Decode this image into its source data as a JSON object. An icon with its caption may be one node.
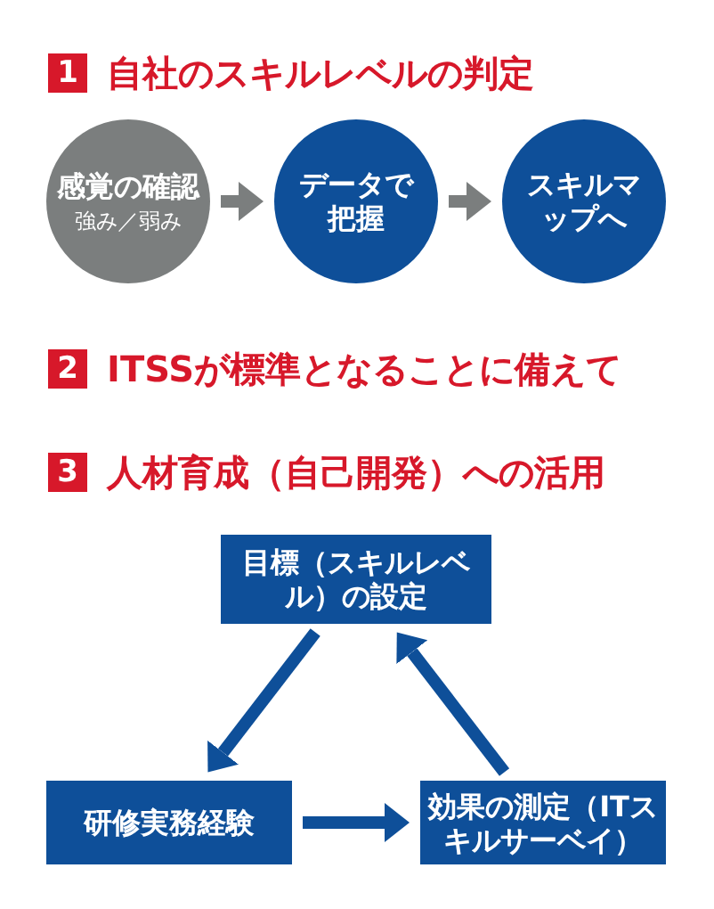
{
  "diagram": {
    "nodes": [
      {
        "text": [
          "感覚の確認",
          "強み／弱み"
        ]
      },
      {
        "text": [
          "データで把握"
        ]
      },
      {
        "text": [
          "スキルマップへ"
        ]
      },
      {
        "text": [
          "目標（スキルレベル）の設定"
        ]
      },
      {
        "text": [
          "研修実務経験"
        ]
      },
      {
        "text": [
          "効果の測定（ITスキルサーベイ）"
        ]
      }
    ],
    "edges": [
      {
        "from": 0,
        "to": 1,
        "arrow": "to",
        "color": "#7b7e7e"
      },
      {
        "from": 1,
        "to": 2,
        "arrow": "to",
        "color": "#7b7e7e"
      },
      {
        "from": 3,
        "to": 4,
        "arrow": "to"
      },
      {
        "from": 4,
        "to": 5,
        "arrow": "to"
      },
      {
        "from": 5,
        "to": 3,
        "arrow": "to"
      }
    ],
    "labels": [
      "1",
      "自社のスキルレベルの判定",
      "2",
      "ITSSが標準となることに備えて",
      "3",
      "人材育成（自己開発）への活用"
    ]
  }
}
